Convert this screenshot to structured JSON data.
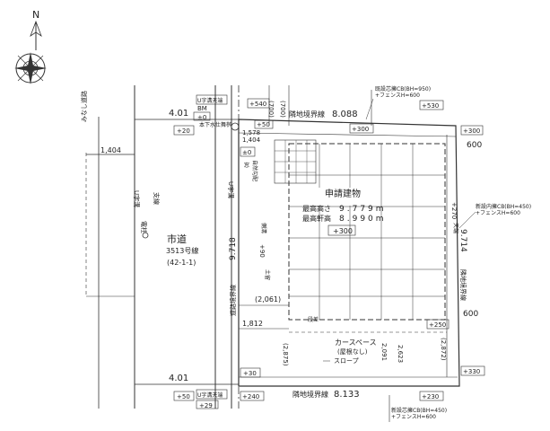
{
  "north": {
    "letter": "N"
  },
  "road": {
    "name": "市道",
    "number": "3513号線",
    "article": "(42-1-1)",
    "side_label": "みなし道路",
    "ditch_left": "U字溝",
    "ditch_right": "U字溝",
    "pole": "電柱",
    "lamp": "支線",
    "boundary_label": "道路境界線",
    "width_top": "4.01",
    "width_bottom": "4.01",
    "offset": "1,404",
    "boundary_length": "9.718"
  },
  "benchmark": {
    "top_tag": "U字溝天端",
    "bm": "BM",
    "bm_value": "±0",
    "bottom_tag": "U字溝天端",
    "bottom_value": "+29"
  },
  "levels": {
    "road_top": "+20",
    "road_bottom": "+50",
    "site_top_left": "+540",
    "site_top_left2": "+50",
    "under_drain": "±0",
    "left_mid": "+90",
    "left_low": "+30",
    "bottom_left": "+240",
    "top_right": "+530",
    "top_right2": "+300",
    "right_mid": "+270",
    "right_low": "+250",
    "bottom_right": "+230",
    "far_right": "+330",
    "inner_top": "+300",
    "building": "+300"
  },
  "labels": {
    "drain": "本下水仕舞桝",
    "drain_dim": "1,578",
    "drain_dim2": "1,404",
    "north_boundary": "隣地境界線",
    "north_length": "8.088",
    "south_boundary": "隣地境界線",
    "south_length": "8.133",
    "east_boundary": "隣地境界線",
    "east_length": "9.714",
    "dim_700a": "(700)",
    "dim_700b": "(700)",
    "dim_600a": "600",
    "dim_600b": "600",
    "fence_top_a": "既設芯擁CB(BH=950)",
    "fence_top_b": "+フェンスH=600",
    "fence_right_a": "新設内擁CB(BH=450)",
    "fence_right_b": "+フェンスH=600",
    "fence_bottom_a": "新設芯擁CB(BH=450)",
    "fence_bottom_b": "+フェンスH=600",
    "dim_2061": "(2,061)",
    "dim_1812": "1,812",
    "dim_2875": "(2,875)",
    "dim_2091": "2,091",
    "dim_2623": "2,623",
    "dim_2872": "(2,872)",
    "carport": "カースペース",
    "carport2": "(屋根なし)",
    "slope": "スロープ",
    "steps": "段差",
    "stairs_note": "自然勾配",
    "gutter": "側溝",
    "mark": "土留",
    "window": "窓",
    "side_note": "天端"
  },
  "building": {
    "title": "申請建物",
    "height_label": "最高高さ",
    "height_value": "9.779m",
    "eave_label": "最高軒高",
    "eave_value": "8.990m"
  }
}
